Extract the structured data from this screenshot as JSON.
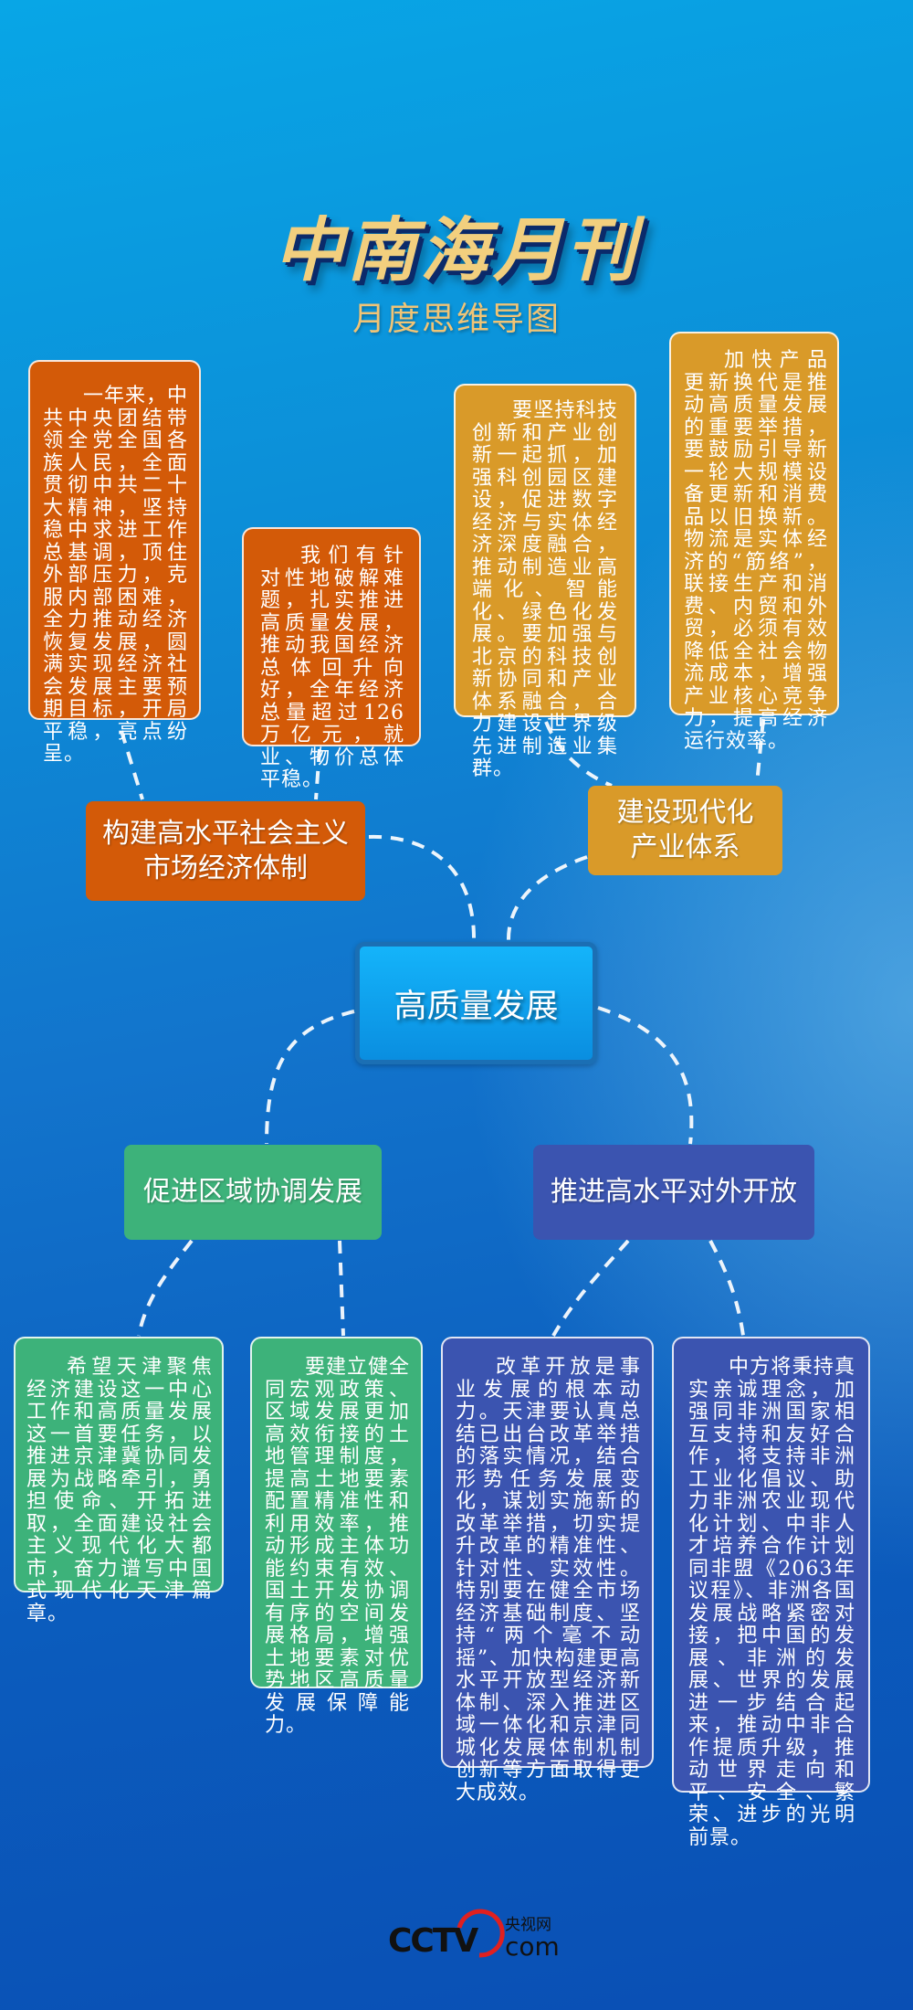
{
  "header": {
    "title": "中南海月刊",
    "subtitle": "月度思维导图"
  },
  "center": {
    "label": "高质量发展",
    "color": "#10aaf0"
  },
  "branches": [
    {
      "label": "构建高水平社会主义市场经济体制",
      "color": "#d35a08",
      "notes": [
        "一年来，中共中央团结带领全党全国各族人民，全面贯彻中共二十大精神，坚持稳中求进工作总基调，顶住外部压力，克服内部困难，全力推动经济恢复发展，圆满实现经济社会发展主要预期目标，开局平稳，亮点纷呈。",
        "我们有针对性地破解难题，扎实推进高质量发展，推动我国经济总体回升向好，全年经济总量超过126万亿元，就业、物价总体平稳。"
      ]
    },
    {
      "label": "建设现代化产业体系",
      "color": "#d99a29",
      "notes": [
        "要坚持科技创新和产业创新一起抓，加强科创园区建设，促进数字经济与实体经济深度融合，推动制造业高端化、智能化、绿色化发展。要加强与北京的科技创新协同和产业体系融合，合力建设世界级先进制造业集群。",
        "加快产品更新换代是推动高质量发展的重要举措，要鼓励引导新一轮大规模设备更新和消费品以旧换新。物流是实体经济的“筋络”，联接生产和消费、内贸和外贸，必须有效降低全社会物流成本，增强产业核心竞争力，提高经济运行效率。"
      ]
    },
    {
      "label": "促进区域协调发展",
      "color": "#3db27a",
      "notes": [
        "希望天津聚焦经济建设这一中心工作和高质量发展这一首要任务，以推进京津冀协同发展为战略牵引，勇担使命、开拓进取，全面建设社会主义现代化大都市，奋力谱写中国式现代化天津篇章。",
        "要建立健全同宏观政策、区域发展更加高效衔接的土地管理制度，提高土地要素配置精准性和利用效率，推动形成主体功能约束有效、国土开发协调有序的空间发展格局，增强土地要素对优势地区高质量发展保障能力。"
      ]
    },
    {
      "label": "推进高水平对外开放",
      "color": "#3b54b0",
      "notes": [
        "改革开放是事业发展的根本动力。天津要认真总结已出台改革举措的落实情况，结合形势任务发展变化，谋划实施新的改革举措，切实提升改革的精准性、针对性、实效性。特别要在健全市场经济基础制度、坚持“两个毫不动摇”、加快构建更高水平开放型经济新体制、深入推进区域一体化和京津同城化发展体制机制创新等方面取得更大成效。",
        "中方将秉持真实亲诚理念，加强同非洲国家相互支持和友好合作，将支持非洲工业化倡议、助力非洲农业现代化计划、中非人才培养合作计划同非盟《2063年议程》、非洲各国发展战略紧密对接，把中国的发展、非洲的发展、世界的发展进一步结合起来，推动中非合作提质升级，推动世界走向和平、安全、繁荣、进步的光明前景。"
      ]
    }
  ],
  "footer": {
    "logo": "CCTV 央视网 com"
  }
}
